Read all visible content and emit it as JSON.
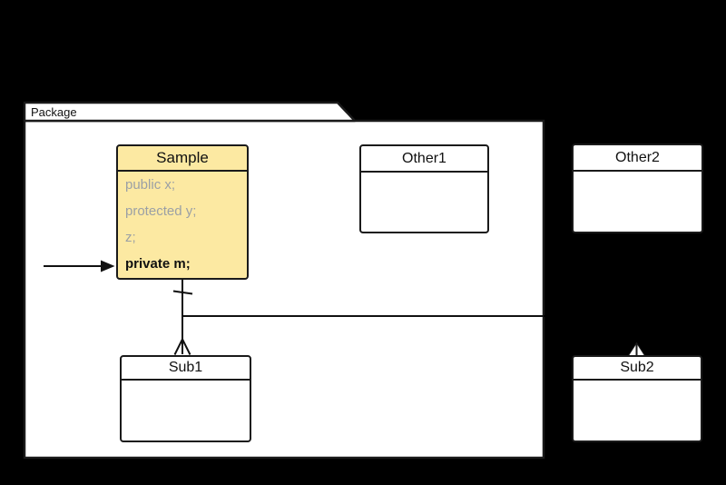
{
  "package": {
    "label": "Package"
  },
  "classes": {
    "sample": {
      "title": "Sample",
      "members": [
        {
          "text": "public x;"
        },
        {
          "text": "protected y;"
        },
        {
          "text": "z;"
        },
        {
          "text": "private m;"
        }
      ]
    },
    "other1": {
      "title": "Other1"
    },
    "other2": {
      "title": "Other2"
    },
    "sub1": {
      "title": "Sub1"
    },
    "sub2": {
      "title": "Sub2"
    }
  },
  "colors": {
    "background": "#000000",
    "surface": "#ffffff",
    "highlight_fill": "#fce9a2",
    "border": "#1a1a1a",
    "muted_text": "#9ba0a5"
  }
}
